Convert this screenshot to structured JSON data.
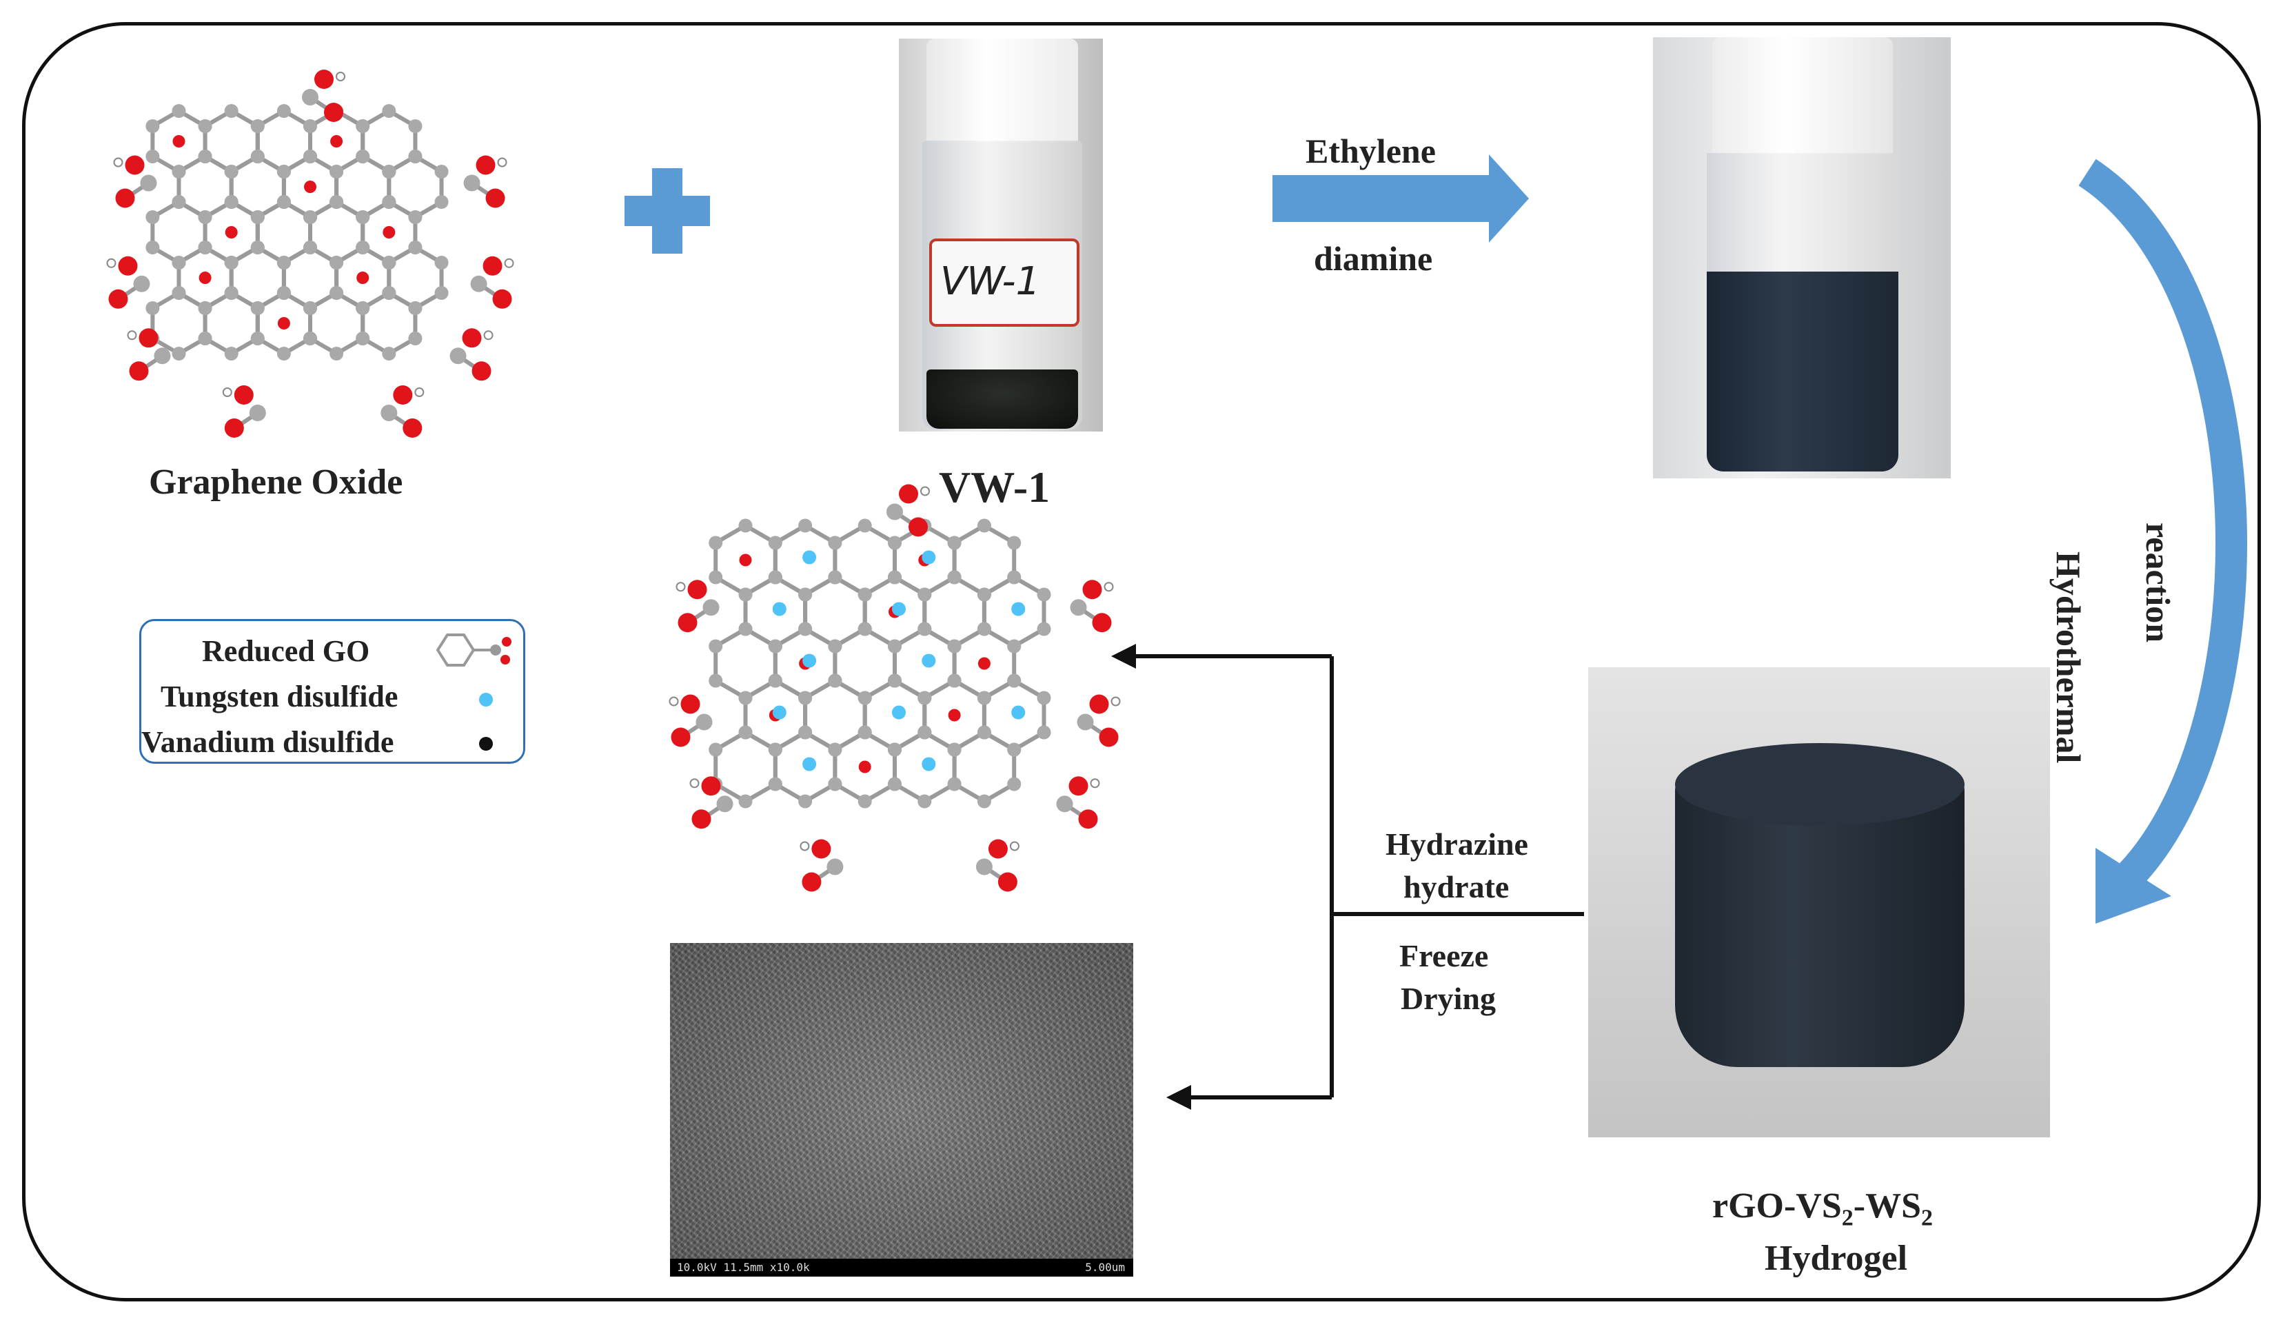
{
  "labels": {
    "graphene_oxide": "Graphene  Oxide",
    "vw1": "VW-1",
    "ethylene": "Ethylene",
    "diamine": "diamine",
    "hydrothermal": "Hydrothermal",
    "reaction": "reaction",
    "hydrazine": "Hydrazine",
    "hydrate": "hydrate",
    "freeze": "Freeze",
    "drying": "Drying",
    "product_main": "rGO-VS",
    "product_sub1": "2",
    "product_dash": "-WS",
    "product_sub2": "2",
    "product_line2": "Hydrogel",
    "vial_label": "VW-1"
  },
  "legend": {
    "reduced_go": "Reduced GO",
    "tungsten": "Tungsten disulfide",
    "vanadium": "Vanadium disulfide"
  },
  "sem": {
    "caption_left": "10.0kV 11.5mm x10.0k",
    "caption_right": "5.00um"
  },
  "colors": {
    "arrow_blue": "#5b9bd5",
    "oxygen_red": "#e0141a",
    "carbon_gray": "#a9a9a9",
    "tungsten_dot": "#4fc3f7",
    "vanadium_dot": "#111111",
    "legend_border": "#2f6fb5"
  }
}
